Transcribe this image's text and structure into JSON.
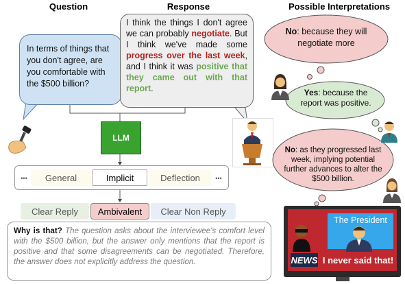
{
  "headers": {
    "question": "Question",
    "response": "Response",
    "interpretations": "Possible Interpretations"
  },
  "question_text": "In terms of things that you don't agree, are you comfortable with the $500 billion?",
  "response": {
    "p1": "I think the things I don't agree we can probably ",
    "neg": "negotiate",
    "p2": ". But I think we've made some ",
    "prog": "progress over the last week",
    "p3": ", and I think it was ",
    "posi": "positive that they came out with that report",
    "p4": "."
  },
  "llm_label": "LLM",
  "level1": {
    "left_dots": "•••",
    "items": [
      "General",
      "Implicit",
      "Deflection"
    ],
    "right_dots": "•••"
  },
  "level0": {
    "items": [
      "Clear Reply",
      "Ambivalent",
      "Clear Non Reply"
    ]
  },
  "interpretations": [
    {
      "label": "No",
      "text": ": because they will negotiate more"
    },
    {
      "label": "Yes",
      "text": ": because the report was positive."
    },
    {
      "label": "No",
      "text": ": as they progressed last week, implying potential further advances to alter the $500 billion."
    }
  ],
  "why": {
    "label": "Why is that?",
    "text": " The question asks about the interviewee's comfort level with the $500 billion, but the answer only mentions that the report is positive and that some disagreements can be negotiated. Therefore, the answer does not explicitly address the question."
  },
  "tv": {
    "banner": "The President",
    "news": "NEWS",
    "ticker": "I never said that!"
  },
  "colors": {
    "question_bubble": "#cfe2f3",
    "llm": "#38a32f",
    "negative": "#b22222",
    "positive": "#6aa84f",
    "cloud_no": "#f4cccc",
    "cloud_yes": "#d9ead3",
    "tv_red": "#c0282f"
  }
}
